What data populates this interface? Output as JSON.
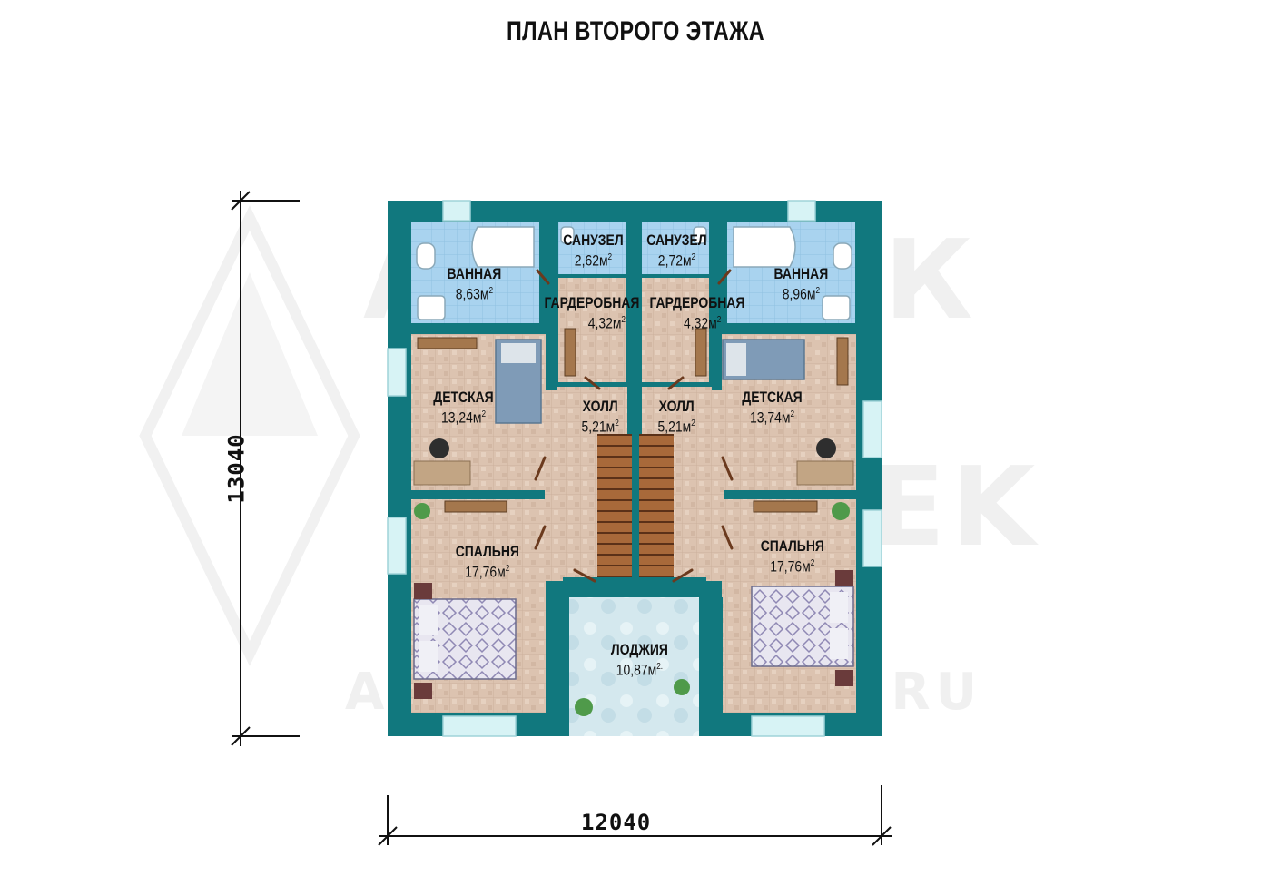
{
  "title": "ПЛАН ВТОРОГО ЭТАЖА",
  "watermark": {
    "line1": "АРХИТЕК",
    "line2": "VELEK",
    "line3": "ARHITEKTOR-ST.RU"
  },
  "dimensions": {
    "width": "12040",
    "height": "13040"
  },
  "rooms": [
    {
      "id": "bath-left",
      "name": "ВАННАЯ",
      "area": "8,63м",
      "sup": "2"
    },
    {
      "id": "wc-left",
      "name": "САНУЗЕЛ",
      "area": "2,62м",
      "sup": "2"
    },
    {
      "id": "wc-right",
      "name": "САНУЗЕЛ",
      "area": "2,72м",
      "sup": "2"
    },
    {
      "id": "bath-right",
      "name": "ВАННАЯ",
      "area": "8,96м",
      "sup": "2"
    },
    {
      "id": "wardrobe-left",
      "name": "ГАРДЕРОБНАЯ",
      "area": "4,32м",
      "sup": "2"
    },
    {
      "id": "wardrobe-right",
      "name": "ГАРДЕРОБНАЯ",
      "area": "4,32м",
      "sup": "2"
    },
    {
      "id": "kids-left",
      "name": "ДЕТСКАЯ",
      "area": "13,24м",
      "sup": "2"
    },
    {
      "id": "hall-left",
      "name": "ХОЛЛ",
      "area": "5,21м",
      "sup": "2"
    },
    {
      "id": "hall-right",
      "name": "ХОЛЛ",
      "area": "5,21м",
      "sup": "2"
    },
    {
      "id": "kids-right",
      "name": "ДЕТСКАЯ",
      "area": "13,74м",
      "sup": "2"
    },
    {
      "id": "bed-left",
      "name": "СПАЛЬНЯ",
      "area": "17,76м",
      "sup": "2"
    },
    {
      "id": "bed-right",
      "name": "СПАЛЬНЯ",
      "area": "17,76м",
      "sup": "2"
    },
    {
      "id": "loggia",
      "name": "ЛОДЖИЯ",
      "area": "10,87м",
      "sup": "2."
    }
  ],
  "colors": {
    "wall": "#11787e",
    "wall_dark": "#0d5f64",
    "floor_tile": "#dcc3b0",
    "bath_tile": "#a9d3ef",
    "loggia": "#d4e8ee",
    "window": "#d7f3f5"
  }
}
